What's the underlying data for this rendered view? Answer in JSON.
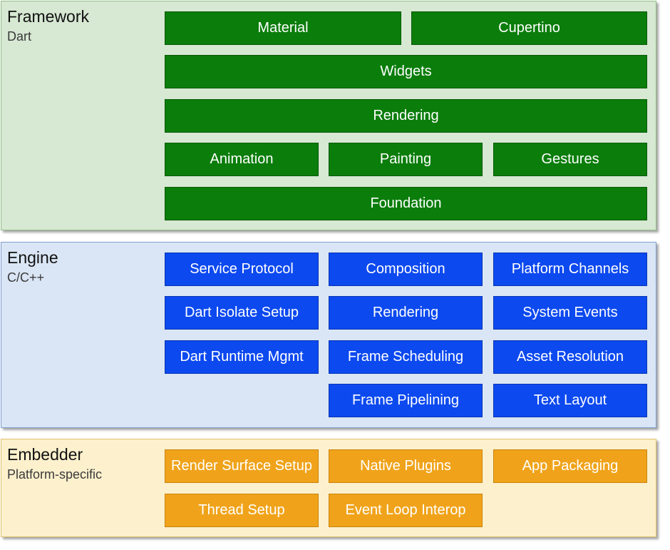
{
  "framework": {
    "title": "Framework",
    "subtitle": "Dart",
    "color": "#0b7d0b",
    "background": "#d7e8d3",
    "boxes": {
      "material": "Material",
      "cupertino": "Cupertino",
      "widgets": "Widgets",
      "rendering": "Rendering",
      "animation": "Animation",
      "painting": "Painting",
      "gestures": "Gestures",
      "foundation": "Foundation"
    }
  },
  "engine": {
    "title": "Engine",
    "subtitle": "C/C++",
    "color": "#0c49ef",
    "background": "#dae6f5",
    "boxes": {
      "service_protocol": "Service Protocol",
      "composition": "Composition",
      "platform_channels": "Platform Channels",
      "dart_isolate_setup": "Dart Isolate Setup",
      "rendering": "Rendering",
      "system_events": "System Events",
      "dart_runtime_mgmt": "Dart Runtime Mgmt",
      "frame_scheduling": "Frame Scheduling",
      "asset_resolution": "Asset Resolution",
      "frame_pipelining": "Frame Pipelining",
      "text_layout": "Text Layout"
    }
  },
  "embedder": {
    "title": "Embedder",
    "subtitle": "Platform-specific",
    "color": "#f0a31a",
    "background": "#fcf0cd",
    "boxes": {
      "render_surface_setup": "Render Surface Setup",
      "native_plugins": "Native Plugins",
      "app_packaging": "App Packaging",
      "thread_setup": "Thread Setup",
      "event_loop_interop": "Event Loop Interop"
    }
  }
}
